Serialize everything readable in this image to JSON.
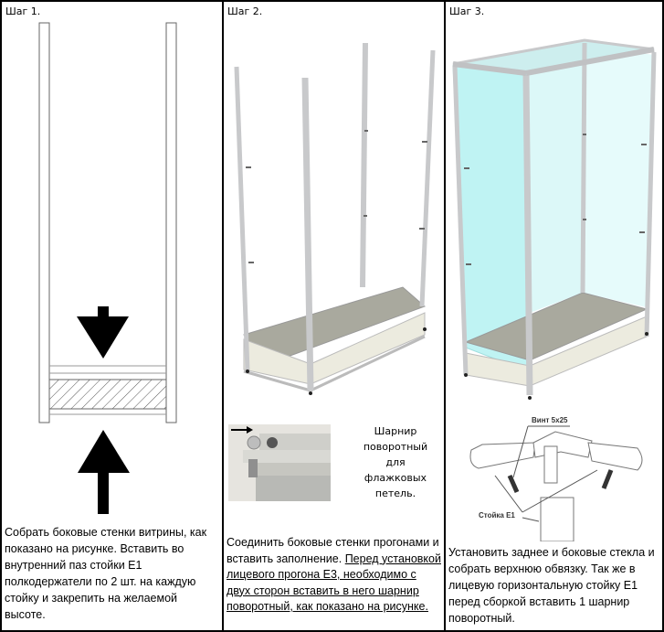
{
  "steps": [
    {
      "title": "Шаг 1.",
      "description": "Собрать боковые стенки витрины, как показано на рисунке. Вставить во внутренний паз стойки Е1 полкодержатели по 2 шт. на каждую стойку и закрепить на желаемой высоте.",
      "illustration": "side-wall-assembly-diagram"
    },
    {
      "title": "Шаг 2.",
      "description_plain": "Соединить боковые стенки прогонами и вставить заполнение. ",
      "description_underlined": "Перед установкой лицевого прогона Е3, необходимо с двух сторон вставить в него шарнир поворотный, как показано на рисунке.",
      "illustration": "frame-with-base-render",
      "detail_caption": "Шарнир поворотный для флажковых петель.",
      "detail_photo": "hinge-photo"
    },
    {
      "title": "Шаг 3.",
      "description": "Установить заднее и боковые стекла и собрать верхнюю обвязку. Так же в лицевую горизонтальную стойку Е1 перед сборкой вставить 1 шарнир поворотный.",
      "illustration": "glass-showcase-render",
      "detail_labels": {
        "screw": "Винт 5х25",
        "post": "Стойка Е1"
      }
    }
  ],
  "colors": {
    "glass": "#bff3f3",
    "frame": "#c8c9cb",
    "base_top": "#a9a99e",
    "base_front": "#ecebdf"
  }
}
